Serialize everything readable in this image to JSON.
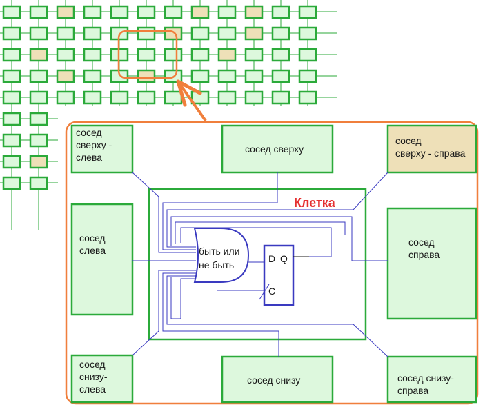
{
  "colors": {
    "accent_orange": "#F07F3C",
    "grid_green": "#2BAA3A",
    "cell_fill": "#DDF8DD",
    "cell_highlight": "#EEE0B8",
    "wire_blue": "#3A3AC0",
    "title_red": "#E53030"
  },
  "grid": {
    "highlighted_cells": [
      [
        0,
        2
      ],
      [
        0,
        7
      ],
      [
        0,
        9
      ],
      [
        1,
        6
      ],
      [
        1,
        9
      ],
      [
        2,
        1
      ],
      [
        2,
        8
      ],
      [
        3,
        2
      ],
      [
        3,
        5
      ],
      [
        7,
        1
      ]
    ]
  },
  "cell": {
    "title": "Клетка",
    "logic_line1": "быть или",
    "logic_line2": "не быть",
    "ff_d": "D",
    "ff_q": "Q",
    "ff_c": "C"
  },
  "neighbors": {
    "top_left": [
      "сосед",
      "сверху -",
      "слева"
    ],
    "top": [
      "сосед сверху"
    ],
    "top_right": [
      "сосед",
      "сверху - справа"
    ],
    "left": [
      "сосед",
      "слева"
    ],
    "right": [
      "сосед",
      "справа"
    ],
    "bottom_left": [
      "сосед",
      "снизу-",
      "слева"
    ],
    "bottom": [
      "сосед снизу"
    ],
    "bottom_right": [
      "сосед снизу-",
      "справа"
    ]
  }
}
